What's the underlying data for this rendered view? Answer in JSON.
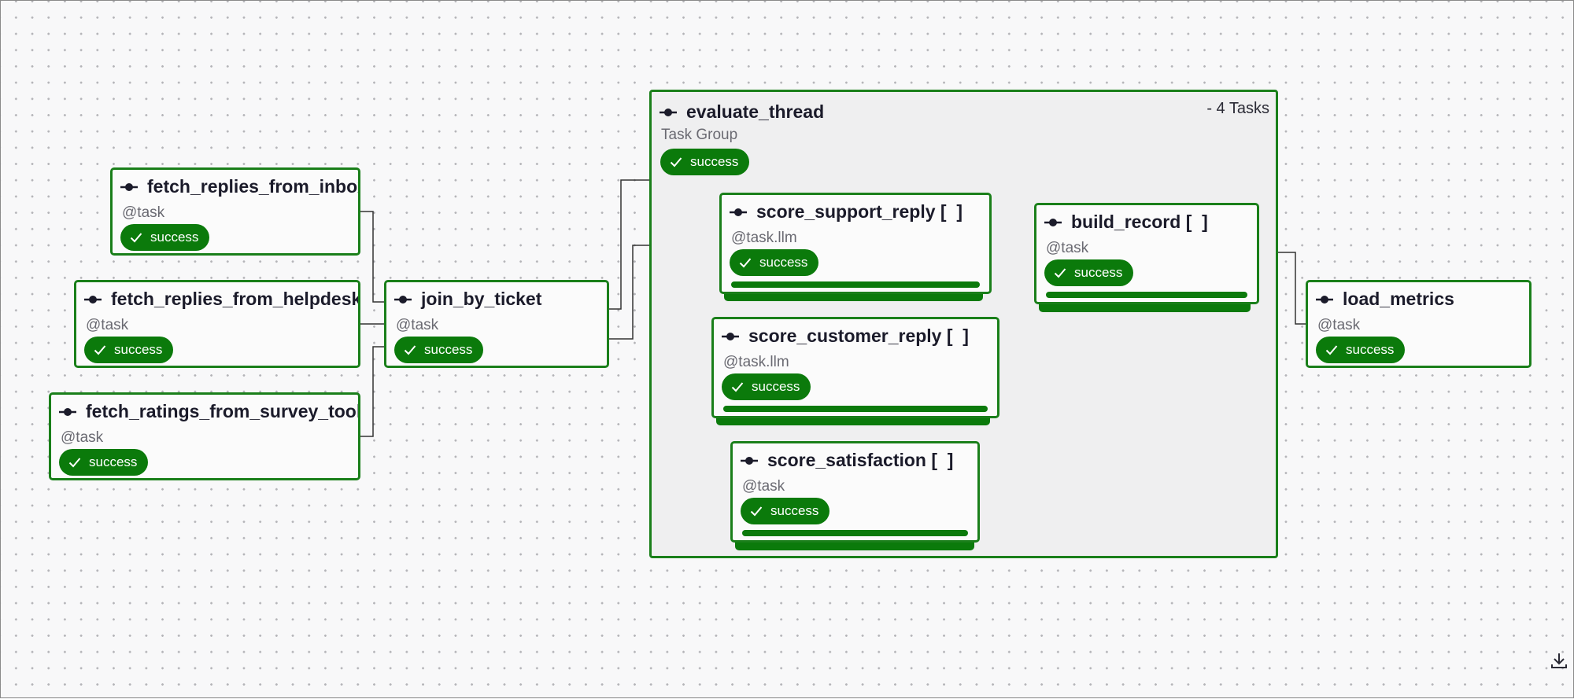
{
  "group": {
    "name": "evaluate_thread",
    "subtitle": "Task Group",
    "status": "success",
    "count_label": "- 4 Tasks"
  },
  "nodes": {
    "inbox": {
      "name": "fetch_replies_from_inbox",
      "decorator": "@task",
      "status": "success"
    },
    "helpdesk": {
      "name": "fetch_replies_from_helpdesk",
      "decorator": "@task",
      "status": "success"
    },
    "survey": {
      "name": "fetch_ratings_from_survey_tool",
      "decorator": "@task",
      "status": "success"
    },
    "join": {
      "name": "join_by_ticket",
      "decorator": "@task",
      "status": "success"
    },
    "support": {
      "name": "score_support_reply [  ]",
      "decorator": "@task.llm",
      "status": "success"
    },
    "customer": {
      "name": "score_customer_reply [  ]",
      "decorator": "@task.llm",
      "status": "success"
    },
    "satisfaction": {
      "name": "score_satisfaction [  ]",
      "decorator": "@task",
      "status": "success"
    },
    "build": {
      "name": "build_record [  ]",
      "decorator": "@task",
      "status": "success"
    },
    "load": {
      "name": "load_metrics",
      "decorator": "@task",
      "status": "success"
    }
  },
  "colors": {
    "success": "#0b7a0b",
    "border": "#1a7f1a",
    "edge": "#333333"
  },
  "icons": {
    "task": "task-operator-icon",
    "status": "check-icon",
    "download": "download-icon"
  }
}
